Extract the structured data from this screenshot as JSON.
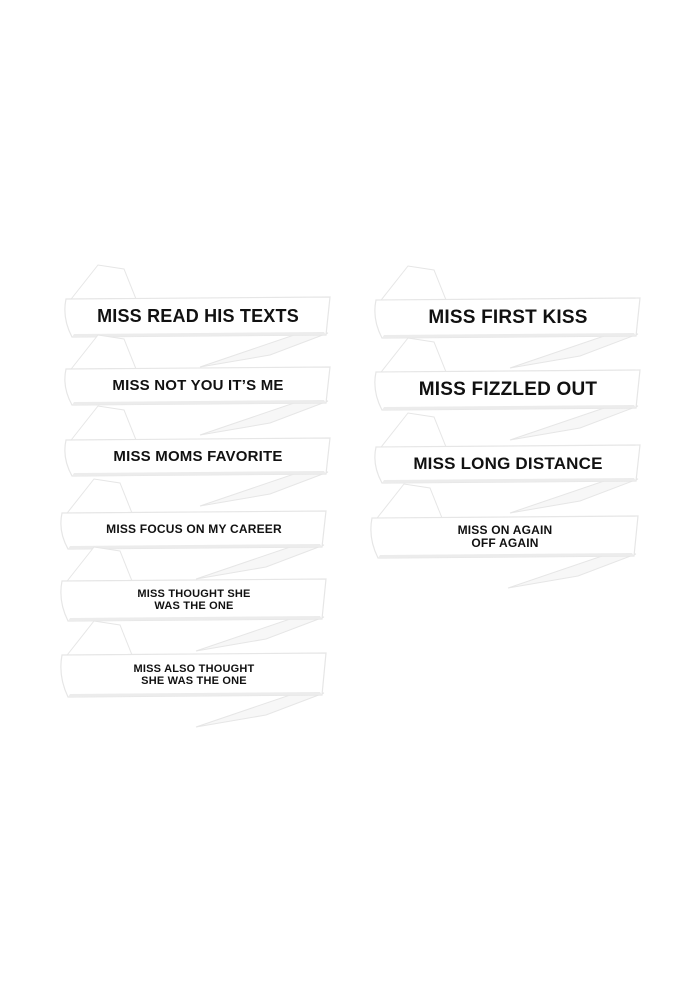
{
  "background": "#ffffff",
  "sash_color": "#ffffff",
  "sash_shadow": "#e6e6e6",
  "text_color": "#111111",
  "sashes": [
    {
      "id": "read-his-texts",
      "label": "MISS READ HIS TEXTS"
    },
    {
      "id": "not-you-its-me",
      "label": "MISS NOT YOU IT’S ME"
    },
    {
      "id": "moms-favorite",
      "label": "MISS MOMS FAVORITE"
    },
    {
      "id": "focus-on-my-career",
      "label": "MISS FOCUS ON MY CAREER"
    },
    {
      "id": "thought-she-was-the-one",
      "label": "MISS THOUGHT SHE\nWAS THE ONE"
    },
    {
      "id": "also-thought-she-was-the-one",
      "label": "MISS ALSO THOUGHT\nSHE WAS THE ONE"
    },
    {
      "id": "first-kiss",
      "label": "MISS FIRST KISS"
    },
    {
      "id": "fizzled-out",
      "label": "MISS FIZZLED OUT"
    },
    {
      "id": "long-distance",
      "label": "MISS LONG DISTANCE"
    },
    {
      "id": "on-again-off-again",
      "label": "MISS ON AGAIN\nOFF AGAIN"
    }
  ]
}
